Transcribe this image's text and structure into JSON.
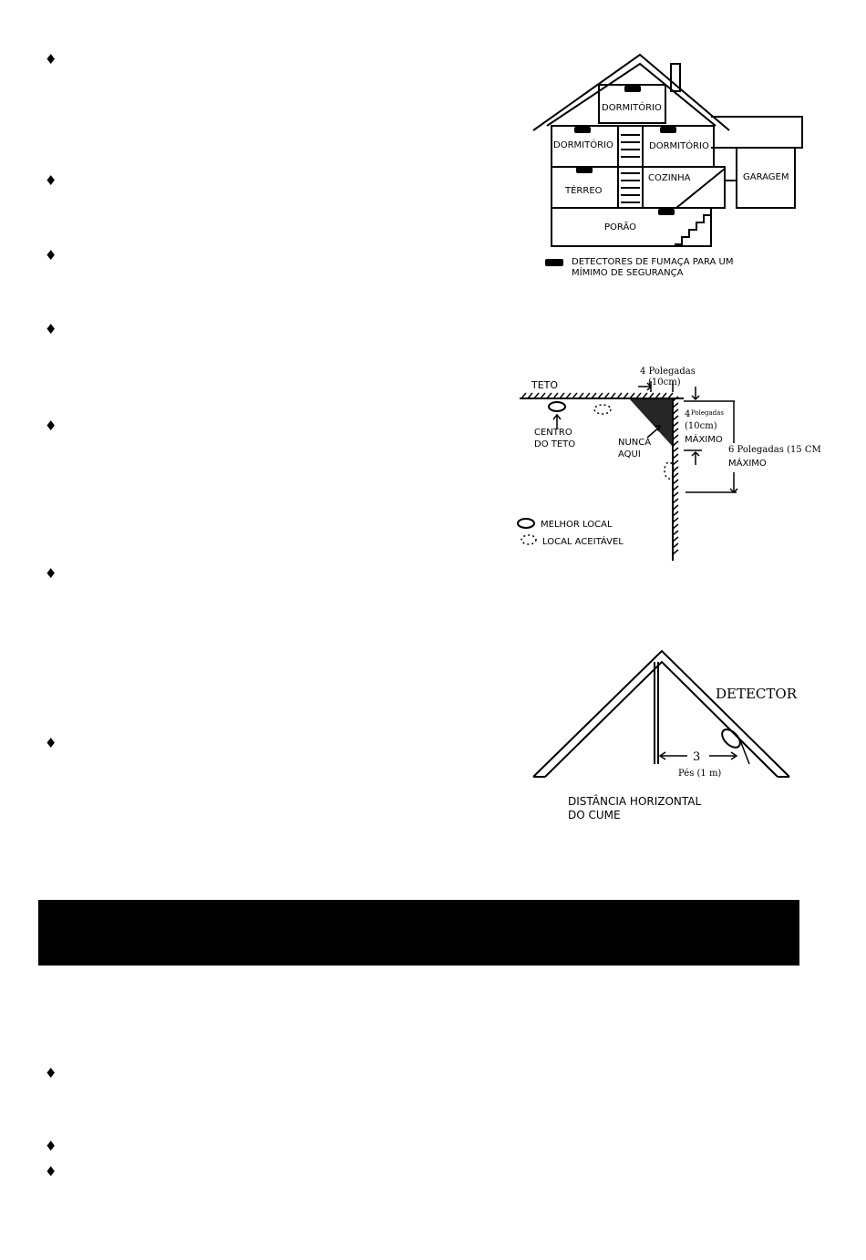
{
  "house_figure": {
    "rooms": {
      "attic_bedroom": "DORMITÓRIO",
      "left_bedroom": "DORMITÓRIO",
      "right_bedroom": "DORMITÓRIO",
      "ground_floor": "TÉRREO",
      "kitchen": "COZINHA",
      "garage": "GARAGEM",
      "basement": "PORÃO"
    },
    "legend_line1": "DETECTORES DE FUMAÇA PARA UM",
    "legend_line2": "MÍMIMO DE SEGURANÇA"
  },
  "ceiling_figure": {
    "ceiling_label": "TETO",
    "top_dim_line1": "4 Polegadas",
    "top_dim_line2": "(10cm)",
    "center_line1": "CENTRO",
    "center_line2": "DO TETO",
    "never_line1": "NUNCA",
    "never_line2": "AQUI",
    "wall_dim_num": "4",
    "wall_dim_unit": "Polegadas",
    "wall_dim_cm": "(10cm)",
    "wall_dim_max": "MÁXIMO",
    "six_line1": "6 Polegadas (15 CM",
    "six_line2": "MÁXIMO",
    "legend_best": "MELHOR LOCAL",
    "legend_ok": "LOCAL ACEITÁVEL"
  },
  "ridge_figure": {
    "detector_label": "DETECTOR",
    "distance_num": "3",
    "distance_unit": "Pés (1 m)",
    "caption_line1": "DISTÂNCIA HORIZONTAL",
    "caption_line2": "DO CUME"
  },
  "bullet_char": "♦"
}
